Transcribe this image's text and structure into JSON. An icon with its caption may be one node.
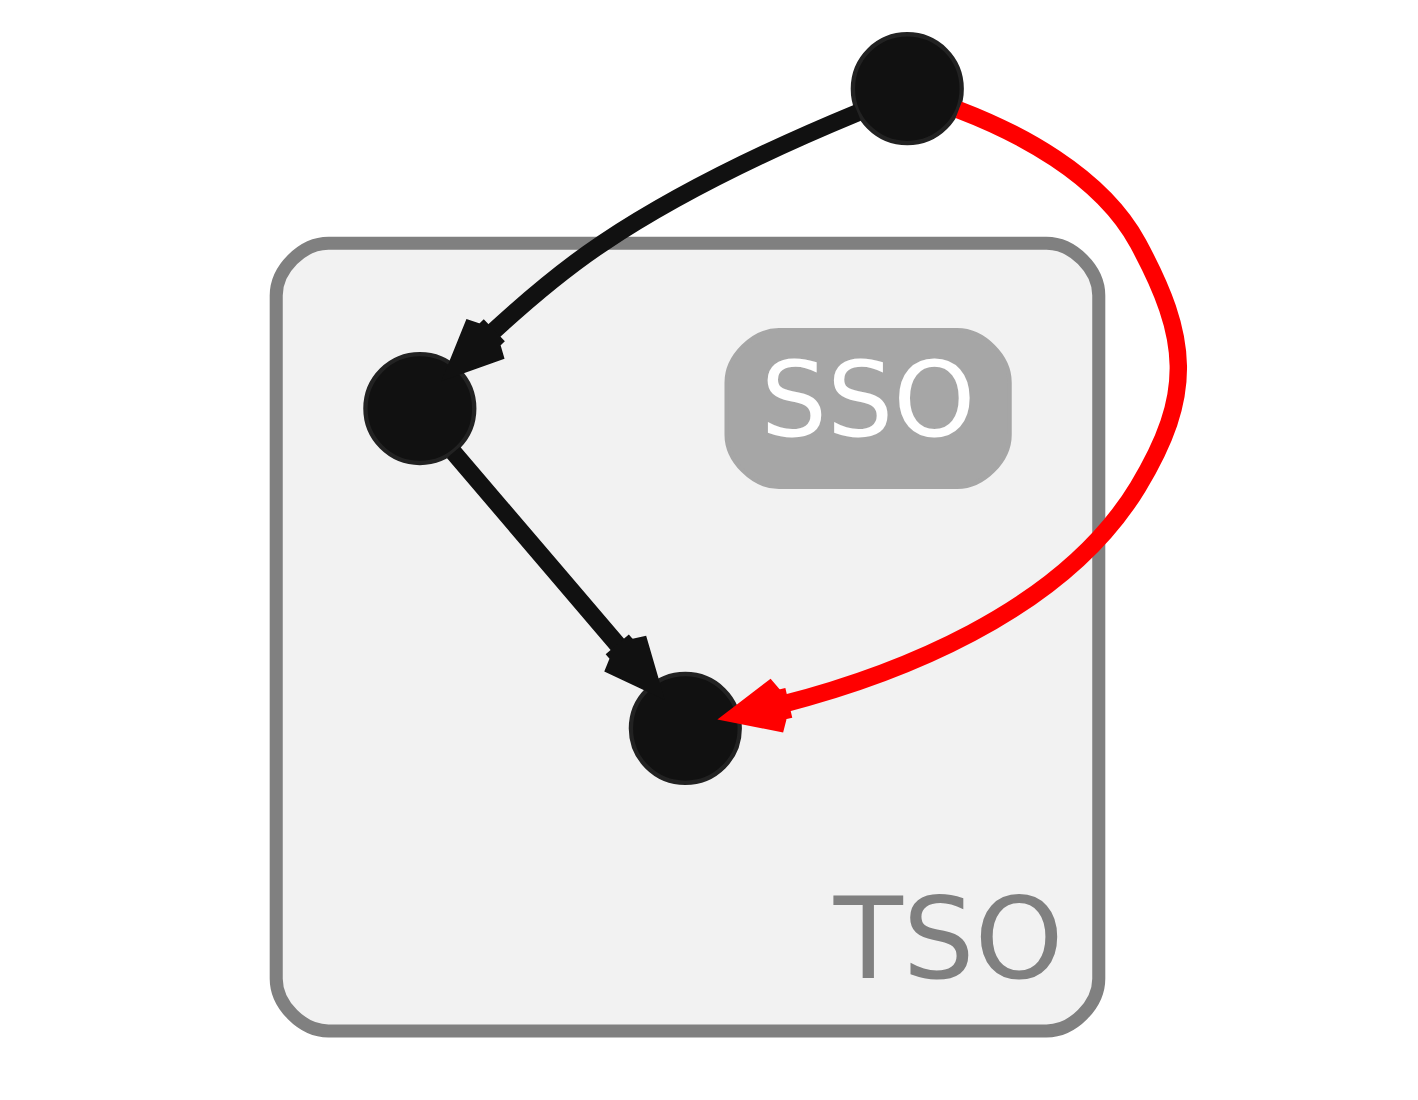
{
  "diagram": {
    "nodes": [
      {
        "text": [
          "TSO"
        ]
      },
      {
        "text": [
          "SSO"
        ],
        "in": 0
      },
      {
        "text": [],
        "shape": "circle"
      },
      {
        "text": [],
        "shape": "circle",
        "in": 0
      },
      {
        "text": [],
        "shape": "circle",
        "in": 0
      }
    ],
    "edges": [
      {
        "from": 2,
        "to": 3,
        "arrow": "to"
      },
      {
        "from": 3,
        "to": 4,
        "arrow": "to"
      },
      {
        "from": 2,
        "to": 4,
        "arrow": "to",
        "color": "#ff0000"
      }
    ]
  }
}
